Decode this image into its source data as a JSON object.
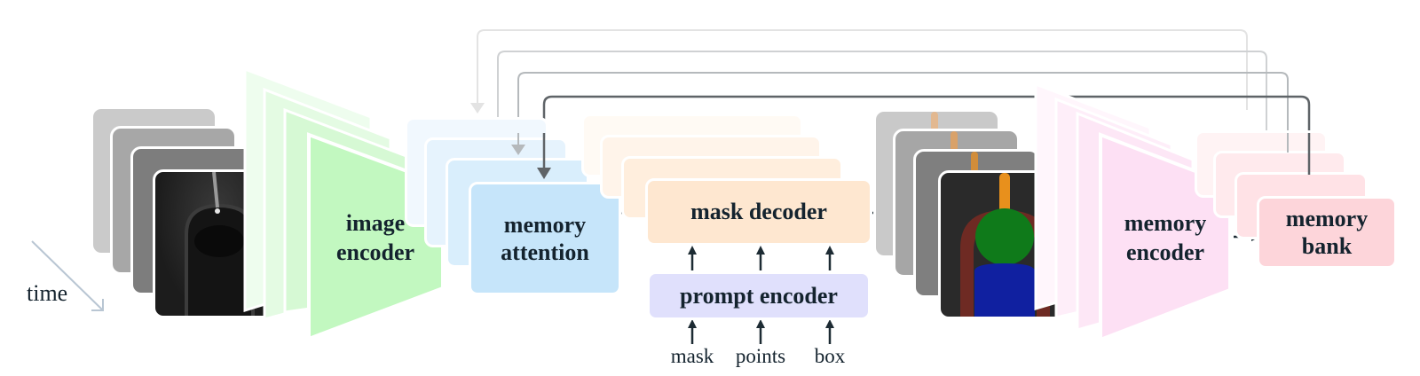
{
  "diagram": {
    "time_label": "time",
    "blocks": {
      "image_encoder": "image encoder",
      "memory_attention": "memory attention",
      "mask_decoder": "mask decoder",
      "prompt_encoder": "prompt encoder",
      "memory_encoder": "memory encoder",
      "memory_bank": "memory bank"
    },
    "block_lines": {
      "image_encoder": [
        "image",
        "encoder"
      ],
      "memory_attention": [
        "memory",
        "attention"
      ],
      "memory_encoder": [
        "memory",
        "encoder"
      ],
      "memory_bank": [
        "memory",
        "bank"
      ]
    },
    "prompt_inputs": [
      "mask",
      "points",
      "box"
    ],
    "colors": {
      "image_encoder": "#c2f8c0",
      "memory_attention": "#c6e5fa",
      "mask_decoder": "#fee7d0",
      "prompt_encoder": "#e0e0fc",
      "memory_encoder": "#fde0f4",
      "memory_bank": "#fdd5da",
      "arrow": "#1d2b33",
      "feedback_arrow": "#5f6468"
    },
    "feedback_loops": 4,
    "frames_per_stack": 4,
    "mask_overlay_classes": [
      {
        "name": "needle",
        "color": "#e8901c"
      },
      {
        "name": "green region",
        "color": "#0f7a1a"
      },
      {
        "name": "blue region",
        "color": "#1020a0"
      },
      {
        "name": "red border",
        "color": "#7a2a22"
      }
    ]
  }
}
